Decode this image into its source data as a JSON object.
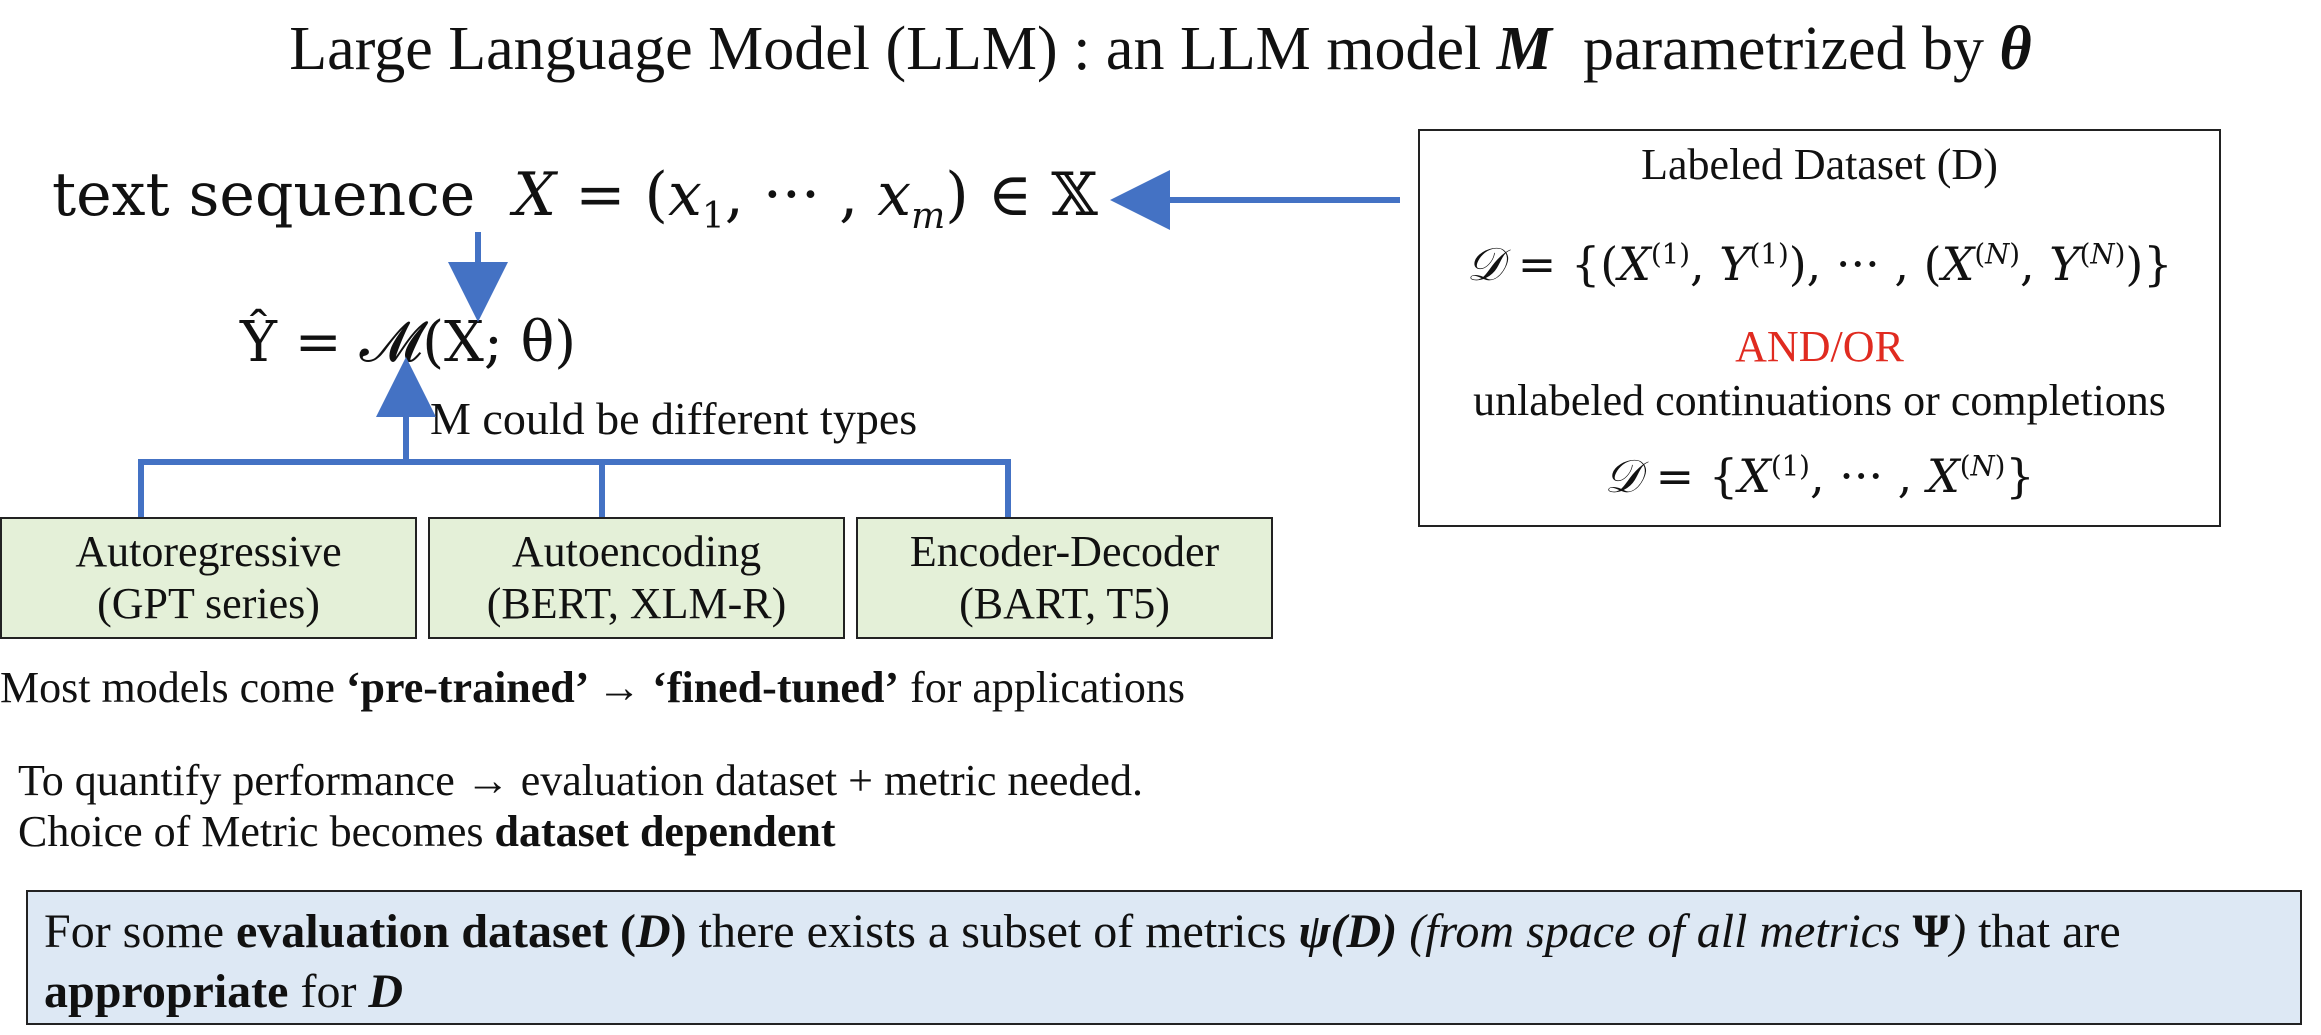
{
  "title": {
    "prefix": "Large Language Model (LLM) : an LLM model ",
    "model_symbol": "M",
    "middle": "  parametrized by ",
    "param_symbol": "θ"
  },
  "equations": {
    "text_sequence_label": "text sequence",
    "text_sequence_body": "X = (x",
    "y_hat": "Ŷ = 𝓜(X; θ)"
  },
  "diagram": {
    "m_types_label": "M could be different types",
    "models": [
      {
        "name": "Autoregressive",
        "example": "(GPT series)"
      },
      {
        "name": "Autoencoding",
        "example": "(BERT, XLM-R)"
      },
      {
        "name": "Encoder-Decoder",
        "example": "(BART, T5)"
      }
    ],
    "arrow_color": "#4472c4"
  },
  "dataset": {
    "title": "Labeled Dataset (D)",
    "and_or": "AND/OR",
    "unlabeled": "unlabeled continuations or completions",
    "and_or_color": "#e02b20"
  },
  "notes": {
    "line1_prefix": "Most models come ",
    "pre_trained": "‘pre-trained’",
    "arrow": " → ",
    "fine_tuned": "‘fined-tuned’",
    "line1_suffix": " for applications",
    "line2_prefix": "To quantify performance ",
    "line2_arrow": "→",
    "line2_suffix": " evaluation dataset + metric needed.",
    "line3_prefix": "Choice of Metric becomes ",
    "line3_bold": "dataset dependent"
  },
  "summary": {
    "t1": "For some ",
    "t2": "evaluation dataset (",
    "t3": "D",
    "t4": ")",
    "t5": " there exists a subset of metrics ",
    "t6": "ψ(D)",
    "t7": " (from space of all metrics ",
    "t8": "Ψ",
    "t9": ")",
    "t10": " that are",
    "t11": "appropriate",
    "t12": " for ",
    "t13": "D",
    "background": "#dde8f4"
  }
}
